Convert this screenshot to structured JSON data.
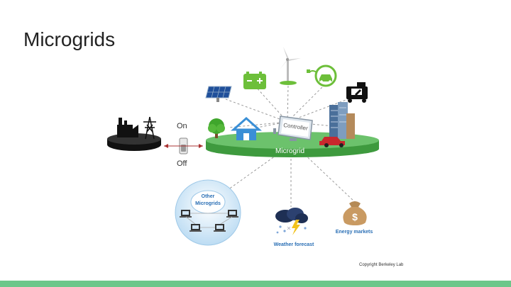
{
  "slide": {
    "title": "Microgrids",
    "copyright": "Copyright Berkeley Lab"
  },
  "switch": {
    "on_label": "On",
    "off_label": "Off"
  },
  "diagram": {
    "platform_label": "Microgrid",
    "controller_label": "Controller",
    "cloud_label_line1": "Other",
    "cloud_label_line2": "Microgrids",
    "weather_label": "Weather forecast",
    "markets_label": "Energy markets",
    "money_symbol": "$"
  },
  "colors": {
    "accent_green": "#6cc78a",
    "platform_green": "#5cb85c",
    "icon_green": "#6dbf3a",
    "house_blue": "#3a8fd6",
    "label_blue": "#2a6fb5"
  }
}
